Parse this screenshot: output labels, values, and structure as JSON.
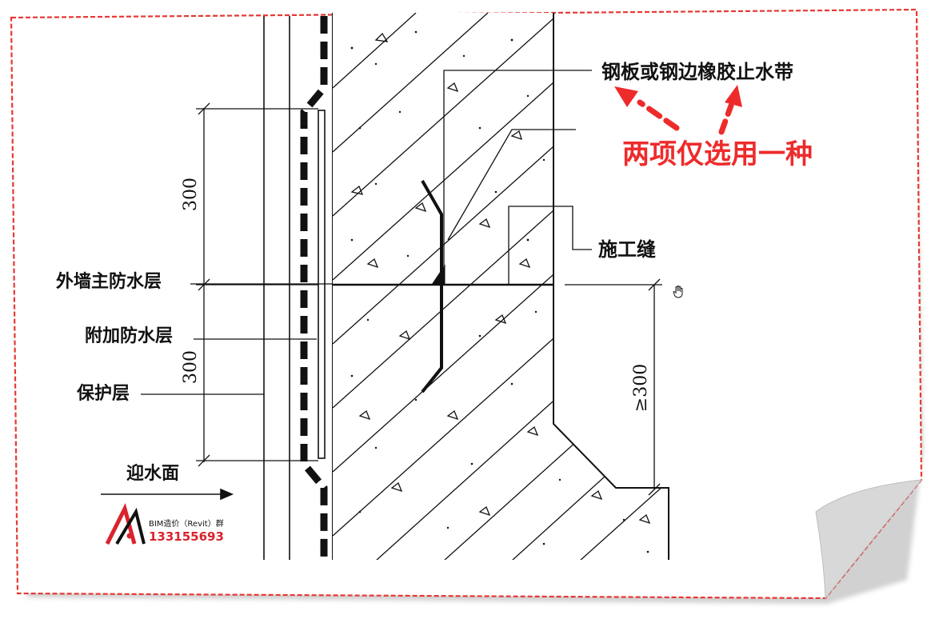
{
  "labels": {
    "waterstop": "钢板或钢边橡胶止水带",
    "construction_joint": "施工缝",
    "main_waterproof": "外墙主防水层",
    "extra_waterproof": "附加防水层",
    "protective_layer": "保护层",
    "water_facing": "迎水面"
  },
  "dimensions": {
    "upper": "300",
    "lower": "300",
    "right": "≥300"
  },
  "annotation": {
    "note": "两项仅选用一种",
    "color": "#ee2b2b"
  },
  "watermark": {
    "line1": "BIM造价（Revit）群",
    "line2": "133155693",
    "accent": "#d9232d"
  },
  "icons": [
    "logo-icon",
    "cursor-hand-icon"
  ]
}
